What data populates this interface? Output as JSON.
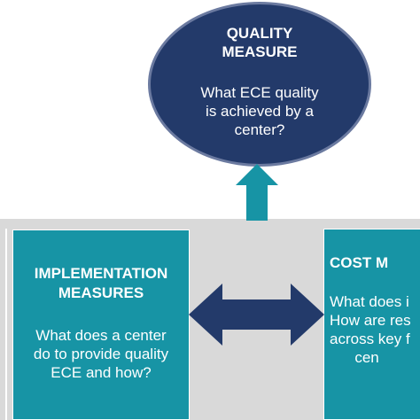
{
  "quality": {
    "title": "QUALITY\nMEASURE",
    "question": "What ECE quality\nis achieved by a\ncenter?"
  },
  "implementation": {
    "title": "IMPLEMENTATION\nMEASURES",
    "question": "What does a center\ndo to provide quality\nECE and how?"
  },
  "cost": {
    "title": "COST M",
    "question": "What does i\nHow are res\nacross key f\n      cen"
  },
  "colors": {
    "ellipse": "#233a6a",
    "boxes": "#1794a5",
    "arrow_up": "#1794a5",
    "arrow_double": "#233a6a",
    "band": "#d9d9d9"
  }
}
